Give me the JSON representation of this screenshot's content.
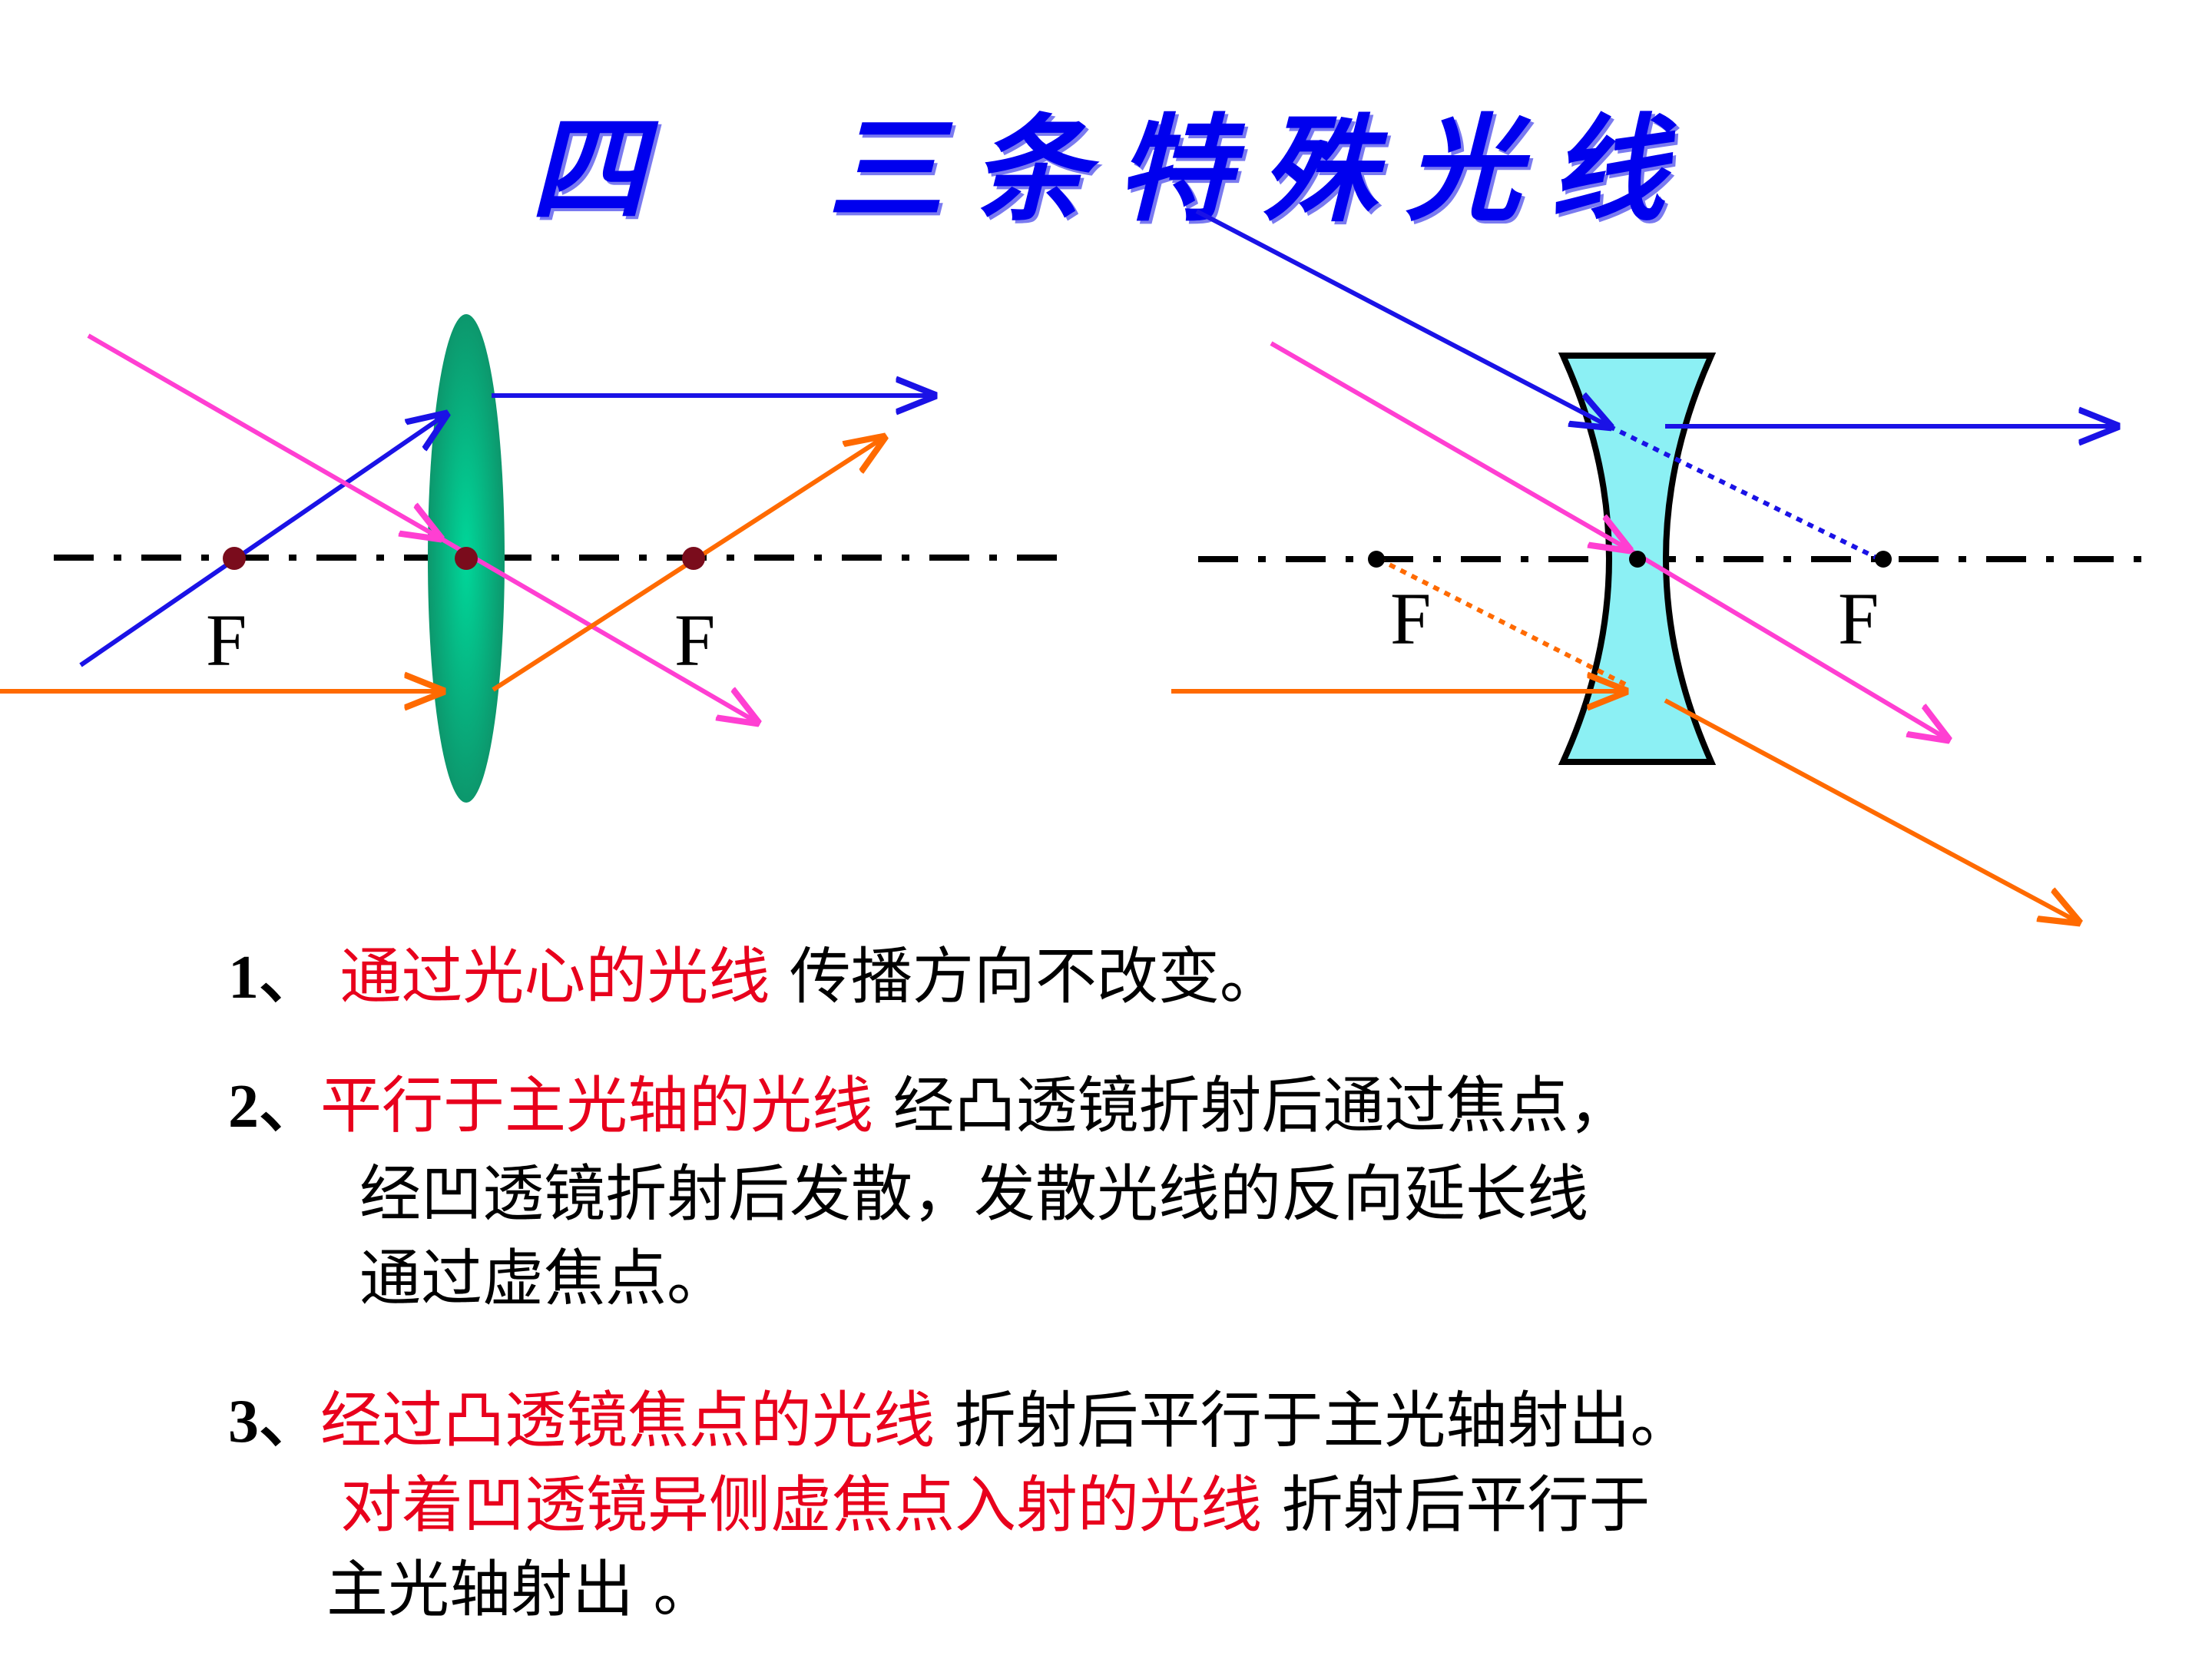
{
  "title": {
    "part1": "四",
    "part2": "三条特殊光线"
  },
  "labels": {
    "focus": "F"
  },
  "colors": {
    "blue_ray": "#1a12e6",
    "pink_ray": "#ff3fd2",
    "orange_ray": "#ff6a00",
    "convex_lens": "#119a6e",
    "concave_lens": "#8cf0f4",
    "title": "#0000ee",
    "highlight": "#e8001c"
  },
  "rules": [
    {
      "num": "1、",
      "red": "通过光心的光线",
      "rest": "传播方向不改变。"
    },
    {
      "num": "2、",
      "red": "平行于主光轴的光线",
      "rest": "经凸透镜折射后通过焦点，",
      "line2": "经凹透镜折射后发散，发散光线的反向延长线",
      "line3": "通过虚焦点。"
    },
    {
      "num": "3、",
      "red": "经过凸透镜焦点的光线",
      "rest": "折射后平行于主光轴射出。",
      "red2": "对着凹透镜异侧虚焦点入射的光线",
      "rest2": "折射后平行于",
      "line3": "主光轴射出 。"
    }
  ]
}
